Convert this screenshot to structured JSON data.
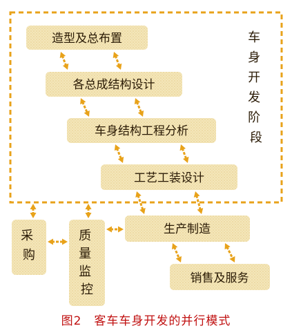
{
  "diagram": {
    "boxes": {
      "styling": "造型及总布置",
      "assembly_design": "各总成结构设计",
      "structure_analysis": "车身结构工程分析",
      "tooling_design": "工艺工装设计",
      "production": "生产制造",
      "sales_service": "销售及服务",
      "procurement": "采购",
      "quality_monitoring": "质量监控"
    },
    "phase_label": "车身开发阶段"
  },
  "caption": "图2　客车车身开发的并行模式",
  "colors": {
    "box_fill": "#f2e3b3",
    "dash_border": "#e8a21a",
    "arrow": "#e8a21a",
    "caption": "#c01010"
  }
}
